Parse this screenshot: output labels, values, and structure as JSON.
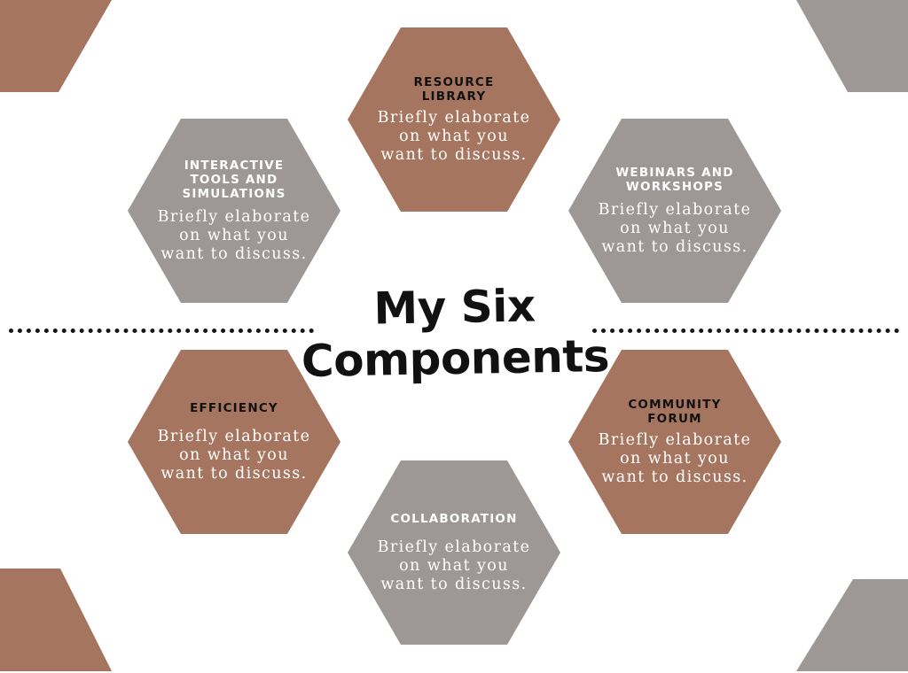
{
  "title": {
    "line1": "My Six",
    "line2": "Components"
  },
  "components": [
    {
      "heading": "RESOURCE LIBRARY",
      "body": "Briefly elaborate on what you want to discuss."
    },
    {
      "heading": "INTERACTIVE TOOLS AND SIMULATIONS",
      "body": "Briefly elaborate on what you want to discuss."
    },
    {
      "heading": "WEBINARS AND WORKSHOPS",
      "body": "Briefly elaborate on what you want to discuss."
    },
    {
      "heading": "EFFICIENCY",
      "body": "Briefly elaborate on what you want to discuss."
    },
    {
      "heading": "COMMUNITY FORUM",
      "body": "Briefly elaborate on what you want to discuss."
    },
    {
      "heading": "COLLABORATION",
      "body": "Briefly elaborate on what you want to discuss."
    }
  ],
  "colors": {
    "brown": "#a6755f",
    "gray": "#9d9895",
    "text": "#111111",
    "background": "#ffffff"
  }
}
